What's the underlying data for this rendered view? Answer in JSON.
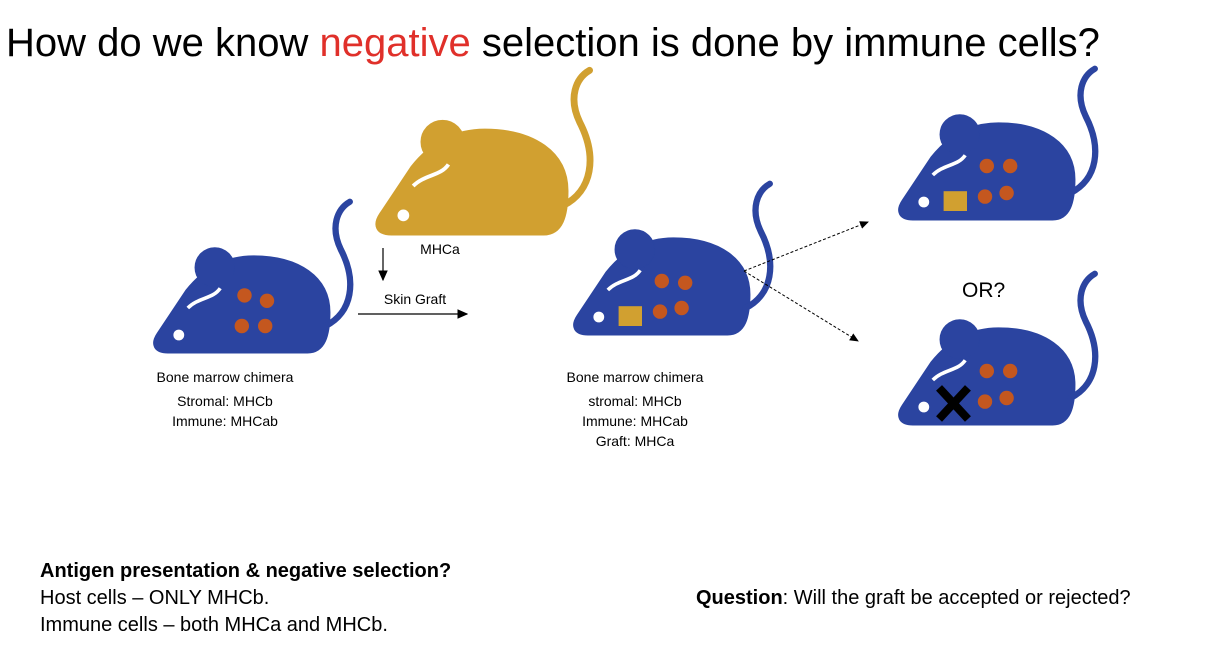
{
  "title": {
    "before": "How do we know ",
    "highlight": "negative",
    "after": " selection is done by immune cells?"
  },
  "colors": {
    "mouse_blue": "#2b44a0",
    "mouse_gold": "#d1a030",
    "spot_orange": "#c4571f",
    "highlight_red": "#e0302a"
  },
  "donor": {
    "label": "MHCa"
  },
  "graft_arrow": {
    "label": "Skin Graft"
  },
  "left_mouse": {
    "name": "Bone marrow chimera",
    "line1": "Stromal: MHCb",
    "line2": "Immune: MHCab"
  },
  "middle_mouse": {
    "name": "Bone marrow chimera",
    "line1": "stromal: MHCb",
    "line2": "Immune: MHCab",
    "line3": "Graft: MHCa"
  },
  "outcome": {
    "or_label": "OR?"
  },
  "bottom": {
    "heading": "Antigen presentation & negative selection?",
    "line1": "Host cells – ONLY MHCb.",
    "line2": "Immune cells – both MHCa and MHCb."
  },
  "question": {
    "label": "Question",
    "text": ": Will the graft be accepted or rejected?"
  }
}
